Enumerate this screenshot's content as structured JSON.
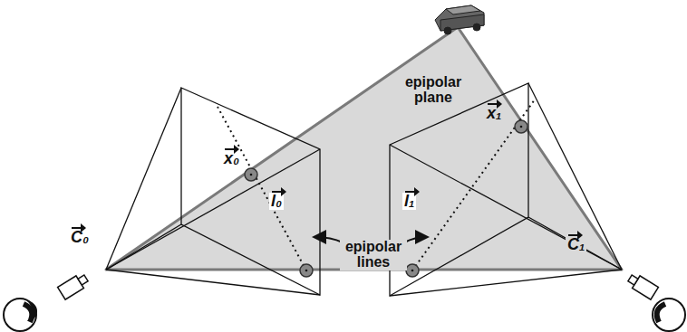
{
  "diagram": {
    "labels": [
      "epipolar plane",
      "x₀",
      "x₁",
      "l₀",
      "l₁",
      "epipolar lines",
      "C₀",
      "C₁"
    ]
  }
}
